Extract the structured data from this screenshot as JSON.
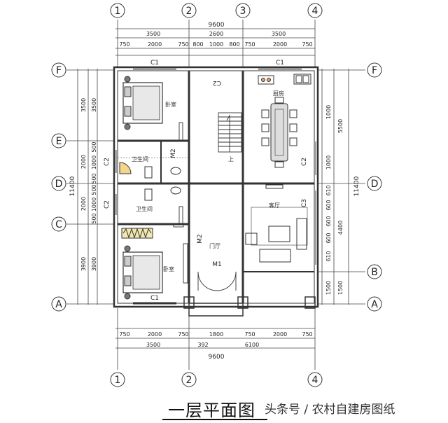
{
  "axes": {
    "numbers": [
      "1",
      "2",
      "3",
      "4"
    ],
    "letters": [
      "F",
      "E",
      "D",
      "C",
      "B",
      "A"
    ]
  },
  "top_dims": {
    "total": "9600",
    "mid": [
      "3500",
      "2600",
      "3500"
    ],
    "small": [
      "750",
      "2000",
      "750",
      "800",
      "1000",
      "800",
      "750",
      "2000",
      "750"
    ]
  },
  "bottom_dims": {
    "small": [
      "750",
      "2000",
      "750",
      "1800",
      "750",
      "2000",
      "750"
    ],
    "mid": [
      "3500",
      "392",
      "6100"
    ],
    "total": "9600"
  },
  "left_dims": {
    "outer_total": "11400",
    "mid": [
      "3500",
      "2000",
      "2000",
      "3900"
    ],
    "inner": [
      "3500",
      "500",
      "1000",
      "500",
      "500",
      "1000",
      "500",
      "3900"
    ]
  },
  "right_dims": {
    "outer_total": "11400",
    "mid": [
      "5500",
      "4400",
      "1500"
    ],
    "inner": [
      "1000",
      "1000",
      "610",
      "600",
      "600",
      "600",
      "610",
      "1500"
    ]
  },
  "windows": [
    "C1",
    "C1",
    "C2",
    "C2",
    "C2",
    "C2",
    "C3",
    "C1"
  ],
  "rooms": {
    "bedroom": "卧室",
    "bathroom": "卫生间",
    "kitchen": "厨房",
    "living": "客厅",
    "hall": "门厅",
    "up": "上"
  },
  "doors": [
    "M1",
    "M2",
    "M2"
  ],
  "title": "一层平面图",
  "watermark": "头条号 / 农村自建房图纸"
}
